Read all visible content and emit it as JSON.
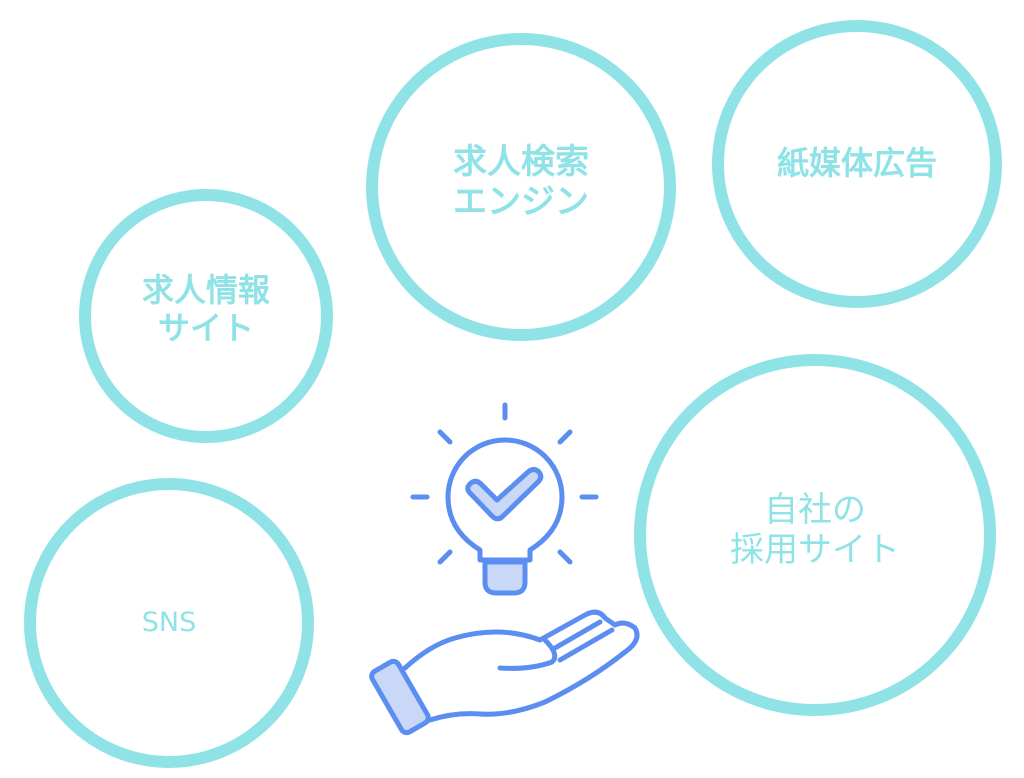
{
  "colors": {
    "circle": "#8fe3e7",
    "icon_stroke": "#5b8ef0",
    "icon_fill": "#c9d8f7"
  },
  "circles": [
    {
      "id": "job-search-engine",
      "label": "求人検索\nエンジン"
    },
    {
      "id": "print-ads",
      "label": "紙媒体広告"
    },
    {
      "id": "job-info-site",
      "label": "求人情報\nサイト"
    },
    {
      "id": "sns",
      "label": "SNS"
    },
    {
      "id": "own-recruit-site",
      "label": "自社の\n採用サイト"
    }
  ],
  "center_icon": {
    "name": "hand-holding-lightbulb-check"
  }
}
